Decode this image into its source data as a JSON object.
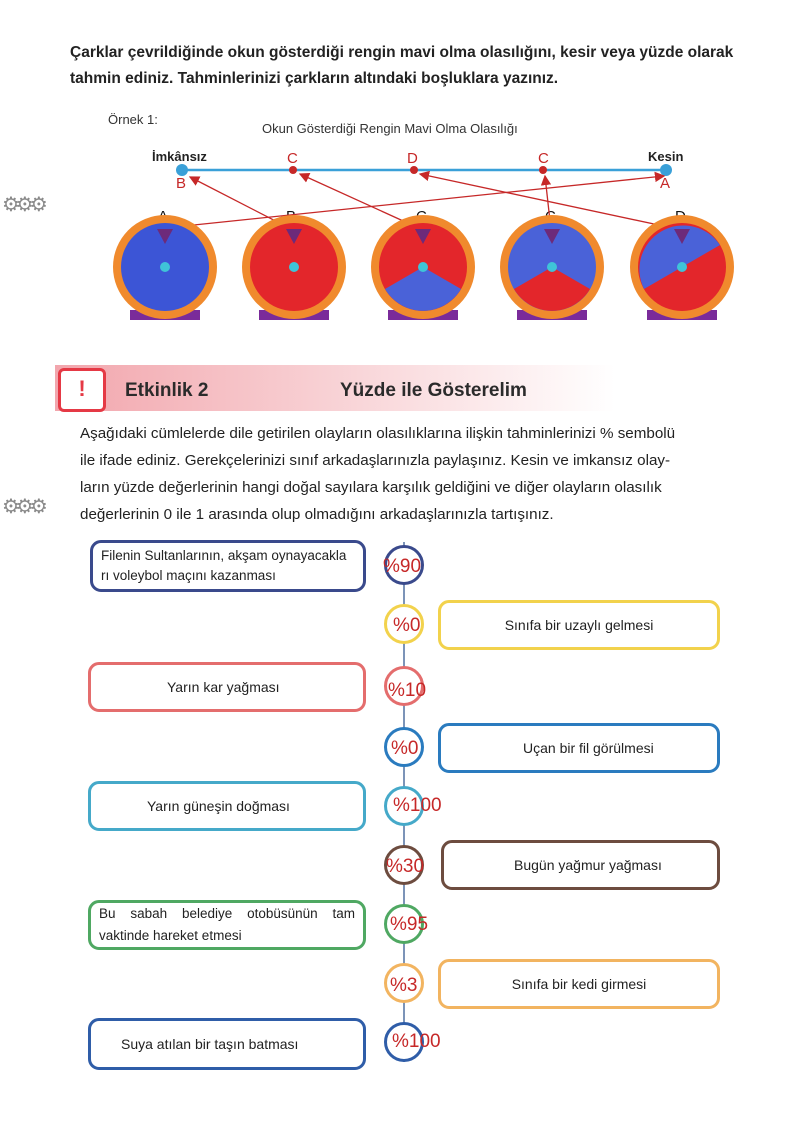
{
  "intro_text": "Çarklar çevrildiğinde okun gösterdiği rengin mavi olma olasılığını, kesir veya yüzde olarak tahmin ediniz. Tahminlerinizi çarkların altındaki boşluklara yazınız.",
  "example": {
    "label": "Örnek 1:",
    "title": "Okun Gösterdiği Rengin Mavi Olma Olasılığı",
    "left_end": "İmkânsız",
    "right_end": "Kesin",
    "upper_points": [
      "C",
      "D",
      "C"
    ],
    "lower_points": [
      "B",
      "A"
    ],
    "wheels": [
      "A",
      "B",
      "C",
      "C",
      "D"
    ]
  },
  "activity": {
    "label": "Etkinlik 2",
    "title": "Yüzde ile Gösterelim",
    "paragraph": [
      "Aşağıdaki cümlelerde dile getirilen olayların olasılıklarına ilişkin tahminlerinizi % sembolü",
      "ile ifade ediniz. Gerekçelerinizi sınıf arkadaşlarınızla paylaşınız. Kesin ve imkansız olay-",
      "ların yüzde değerlerinin hangi doğal sayılara karşılık geldiğini ve diğer olayların olasılık",
      "değerlerinin 0 ile 1 arasında olup olmadığını arkadaşlarınızla tartışınız."
    ]
  },
  "events": [
    {
      "text": "Filenin Sultanlarının, akşam oynayacakla rı voleybol maçını kazanması",
      "percent": "%90",
      "color": "#3a4a8c"
    },
    {
      "text": "Sınıfa bir uzaylı gelmesi",
      "percent": "%0",
      "color": "#f2d24c"
    },
    {
      "text": "Yarın kar yağması",
      "percent": "%10",
      "color": "#e46d6d"
    },
    {
      "text": "Uçan bir fil görülmesi",
      "percent": "%0",
      "color": "#2a7bbf"
    },
    {
      "text": "Yarın güneşin doğması",
      "percent": "%100",
      "color": "#45a9c9"
    },
    {
      "text": "Bugün yağmur yağması",
      "percent": "%30",
      "color": "#6d4c3f"
    },
    {
      "text": "Bu sabah belediye otobüsünün tam vaktinde hareket etmesi",
      "percent": "%95",
      "color": "#4fa862"
    },
    {
      "text": "Sınıfa bir kedi girmesi",
      "percent": "%3",
      "color": "#f2b460"
    },
    {
      "text": "Suya atılan bir taşın batması",
      "percent": "%100",
      "color": "#2f5da8"
    }
  ]
}
